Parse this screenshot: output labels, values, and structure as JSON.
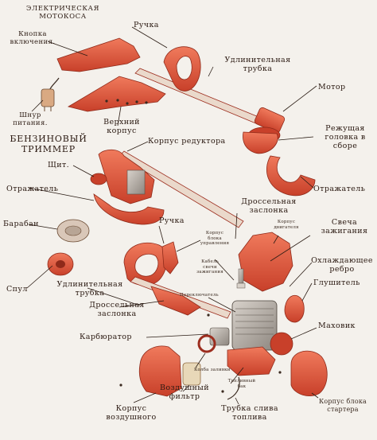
{
  "colors": {
    "part_red": "#e2553a",
    "part_dark": "#9c2d1e",
    "part_light": "#f08466",
    "metal": "#b8b2aa",
    "shaft": "#e8d6c8",
    "leader": "#2a1c14"
  },
  "electric": {
    "title": "ЭЛЕКТРИЧЕСКАЯ\nМОТОКОСА",
    "labels": {
      "power_button": "Кнопка\nвключения.",
      "handle": "Ручка",
      "extension_tube": "Удлинительная\nтрубка",
      "motor": "Мотор",
      "power_cord": "Шнур\nпитания.",
      "upper_housing": "Верхний\nкорпус",
      "cutting_head": "Режущая\nголовка в\nсборе",
      "reflector": "Отражатель"
    }
  },
  "petrol": {
    "title": "БЕНЗИНОВЫЙ\nТРИММЕР",
    "labels": {
      "gearbox_housing": "Корпус редуктора",
      "shield": "Щит.",
      "reflector": "Отражатель",
      "drum": "Барабан",
      "spool": "Спул",
      "handle": "Ручка",
      "throttle_valve_top": "Дроссельная\nзаслонка",
      "control_unit_housing": "Корпус\nблока\nуправления",
      "engine_housing": "Корпус\nдвигателя",
      "spark_plug": "Свеча\nзажигания",
      "spark_plug_cable": "Кабель\nсвечи\nзажигания",
      "cooling_fin": "Охлаждающее\nребро",
      "muffler": "Глушитель",
      "extension_tube": "Удлинительная\nтрубка",
      "throttle_valve": "Дроссельная\nзаслонка",
      "tiny_label": "Переключатель",
      "flywheel": "Маховик",
      "carburetor": "Карбюратор",
      "fuel_tank": "Топливный\nбак",
      "fuel_cap": "Колба заливки",
      "air_filter": "Воздушный\nфильтр",
      "air_filter_housing": "Корпус\nвоздушного",
      "fuel_drain_tube": "Трубка слива\nтоплива",
      "starter_housing": "Корпус блока\nстартера"
    }
  }
}
